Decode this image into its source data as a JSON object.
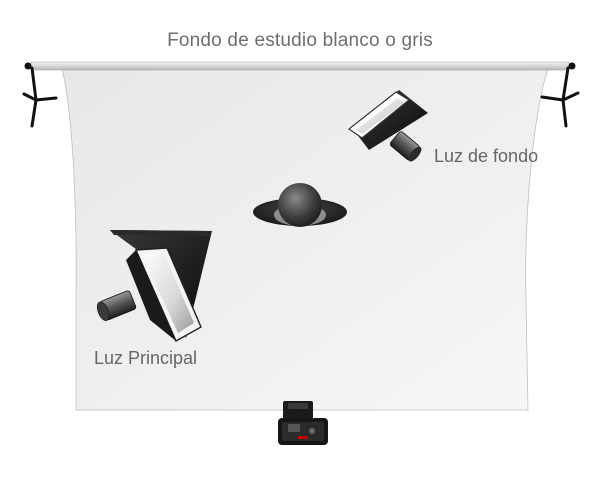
{
  "diagram": {
    "backdrop_label": "Fondo de estudio blanco o gris",
    "background_light_label": "Luz de fondo",
    "key_light_label": "Luz Principal"
  }
}
